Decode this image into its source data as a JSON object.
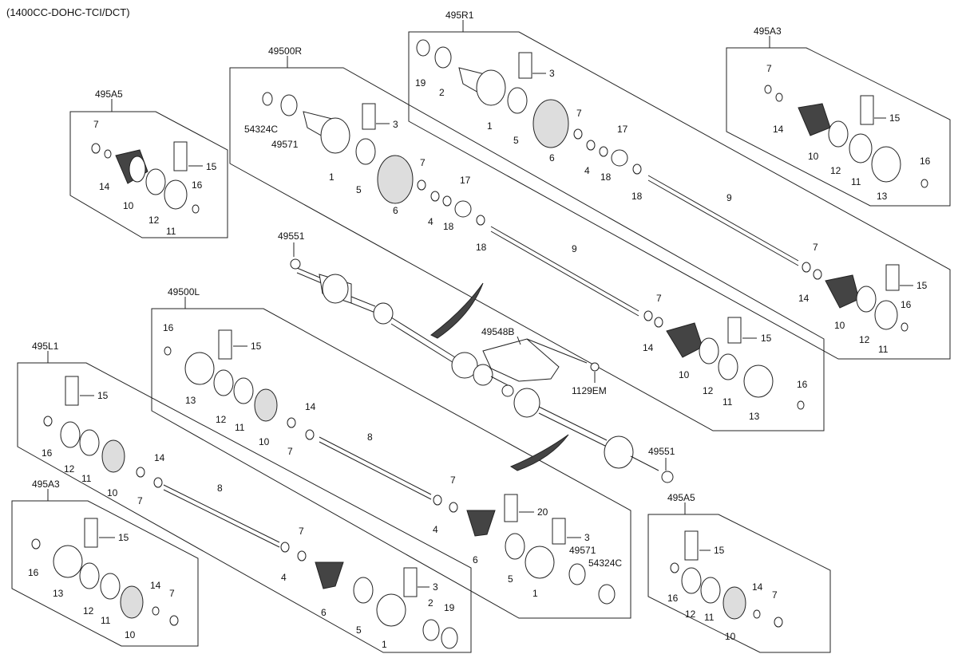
{
  "header": "(1400CC-DOHC-TCI/DCT)",
  "groups": {
    "g495R1": "495R1",
    "g495A3_top": "495A3",
    "g49500R": "49500R",
    "g495A5_top": "495A5",
    "g49500L": "49500L",
    "g495L1": "495L1",
    "g495A3_bot": "495A3",
    "g495A5_bot": "495A5"
  },
  "labels": {
    "l_49551_a": "49551",
    "l_49551_b": "49551",
    "l_49548B": "49548B",
    "l_1129EM": "1129EM",
    "r1_19": "19",
    "r1_2": "2",
    "r1_3": "3",
    "r1_1": "1",
    "r1_5": "5",
    "r1_7": "7",
    "r1_6": "6",
    "r1_4": "4",
    "r1_18a": "18",
    "r1_17": "17",
    "r1_18b": "18",
    "r1_9": "9",
    "a3t_7": "7",
    "a3t_14": "14",
    "a3t_15": "15",
    "a3t_10": "10",
    "a3t_12": "12",
    "a3t_11": "11",
    "a3t_13": "13",
    "a3t_16": "16",
    "r_54324C": "54324C",
    "r_49571": "49571",
    "r_3": "3",
    "r_1": "1",
    "r_5": "5",
    "r_7": "7",
    "r_6": "6",
    "r_4": "4",
    "r_18a": "18",
    "r_17": "17",
    "r_18b": "18",
    "r_9": "9",
    "r_7b": "7",
    "r_14": "14",
    "r_15": "15",
    "r_10": "10",
    "r_12": "12",
    "r_11": "11",
    "r_16": "16",
    "r_13": "13",
    "rr_14": "14",
    "rr_7": "7",
    "rr_15": "15",
    "rr_10": "10",
    "rr_12": "12",
    "rr_16": "16",
    "rr_11": "11",
    "a5t_7": "7",
    "a5t_14": "14",
    "a5t_15": "15",
    "a5t_10": "10",
    "a5t_12": "12",
    "a5t_11": "11",
    "a5t_16": "16",
    "l_16": "16",
    "l_15": "15",
    "l_13": "13",
    "l_12": "12",
    "l_11": "11",
    "l_10": "10",
    "l_7": "7",
    "l_14": "14",
    "l_8": "8",
    "l_7b": "7",
    "l_4": "4",
    "l_20": "20",
    "l_6": "6",
    "l_3": "3",
    "l_49571": "49571",
    "l_5": "5",
    "l_54324C": "54324C",
    "l_1": "1",
    "l1_15": "15",
    "l1_16": "16",
    "l1_12": "12",
    "l1_11": "11",
    "l1_10": "10",
    "l1_7": "7",
    "l1_14": "14",
    "l1_8": "8",
    "l1_7b": "7",
    "l1_4": "4",
    "l1_6": "6",
    "l1_3": "3",
    "l1_5": "5",
    "l1_2": "2",
    "l1_19": "19",
    "l1_1": "1",
    "a3b_15": "15",
    "a3b_16": "16",
    "a3b_13": "13",
    "a3b_12": "12",
    "a3b_11": "11",
    "a3b_14": "14",
    "a3b_7": "7",
    "a3b_10": "10",
    "a5b_15": "15",
    "a5b_16": "16",
    "a5b_12": "12",
    "a5b_11": "11",
    "a5b_14": "14",
    "a5b_7": "7",
    "a5b_10": "10"
  }
}
